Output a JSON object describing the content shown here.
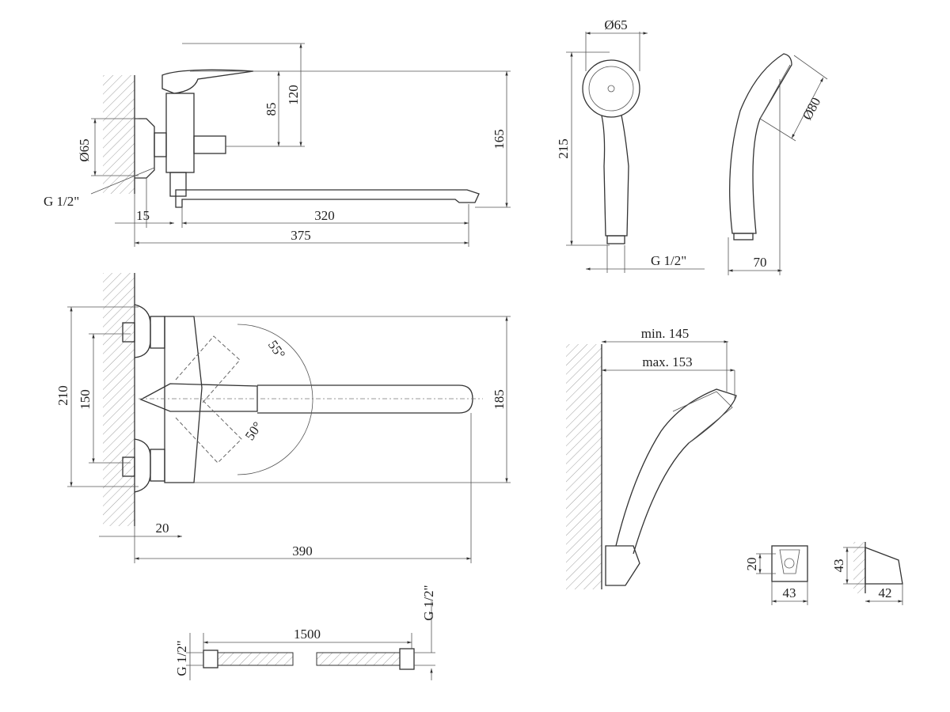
{
  "title": "Faucet technical drawing with dimensions",
  "side_view": {
    "d_flange": "Ø65",
    "thread": "G 1/2\"",
    "offset": "15",
    "spout_len": "320",
    "total_len": "375",
    "h_85": "85",
    "h_120": "120",
    "h_165": "165"
  },
  "hand_shower_front": {
    "diameter": "Ø65",
    "length": "215",
    "thread": "G 1/2\""
  },
  "hand_shower_side": {
    "diameter": "Ø80",
    "depth": "70"
  },
  "top_view": {
    "h_210": "210",
    "h_150": "150",
    "angle_55": "55°",
    "angle_50": "50°",
    "h_185": "185",
    "offset_20": "20",
    "length_390": "390"
  },
  "holder_view": {
    "min": "min. 145",
    "max": "max. 153",
    "h_20": "20",
    "w_43": "43",
    "h_43": "43",
    "w_42": "42"
  },
  "hose": {
    "length": "1500",
    "thread_left": "G 1/2\"",
    "thread_right": "G 1/2\""
  }
}
